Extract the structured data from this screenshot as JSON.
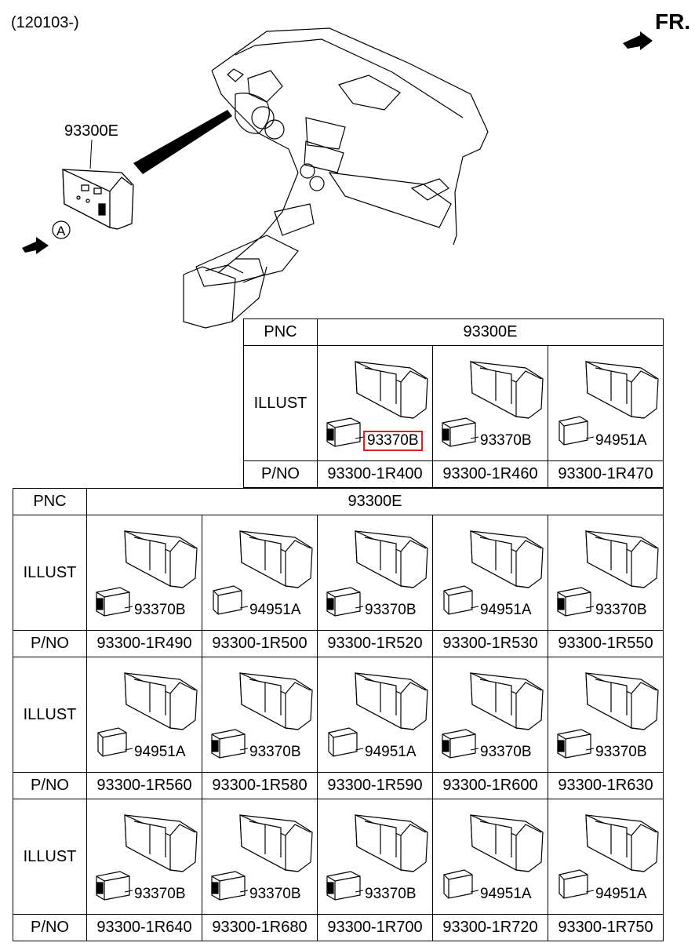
{
  "header": {
    "date_code": "(120103-)",
    "front_label": "FR.",
    "main_part_label": "93300E",
    "view_label": "A"
  },
  "table_top": {
    "pnc_label": "PNC",
    "pnc_value": "93300E",
    "illust_label": "ILLUST",
    "pno_label": "P/NO",
    "items": [
      {
        "sub": "93370B",
        "pno": "93300-1R400",
        "highlight": true
      },
      {
        "sub": "93370B",
        "pno": "93300-1R460",
        "highlight": false
      },
      {
        "sub": "94951A",
        "pno": "93300-1R470",
        "highlight": false
      }
    ]
  },
  "table_main": {
    "pnc_label": "PNC",
    "pnc_value": "93300E",
    "illust_label": "ILLUST",
    "pno_label": "P/NO",
    "rows": [
      [
        {
          "sub": "93370B",
          "pno": "93300-1R490"
        },
        {
          "sub": "94951A",
          "pno": "93300-1R500"
        },
        {
          "sub": "93370B",
          "pno": "93300-1R520"
        },
        {
          "sub": "94951A",
          "pno": "93300-1R530"
        },
        {
          "sub": "93370B",
          "pno": "93300-1R550"
        }
      ],
      [
        {
          "sub": "94951A",
          "pno": "93300-1R560"
        },
        {
          "sub": "93370B",
          "pno": "93300-1R580"
        },
        {
          "sub": "94951A",
          "pno": "93300-1R590"
        },
        {
          "sub": "93370B",
          "pno": "93300-1R600"
        },
        {
          "sub": "93370B",
          "pno": "93300-1R630"
        }
      ],
      [
        {
          "sub": "93370B",
          "pno": "93300-1R640"
        },
        {
          "sub": "93370B",
          "pno": "93300-1R680"
        },
        {
          "sub": "93370B",
          "pno": "93300-1R700"
        },
        {
          "sub": "94951A",
          "pno": "93300-1R720"
        },
        {
          "sub": "94951A",
          "pno": "93300-1R750"
        }
      ]
    ]
  },
  "colors": {
    "highlight": "#e02020",
    "ink": "#000000"
  }
}
